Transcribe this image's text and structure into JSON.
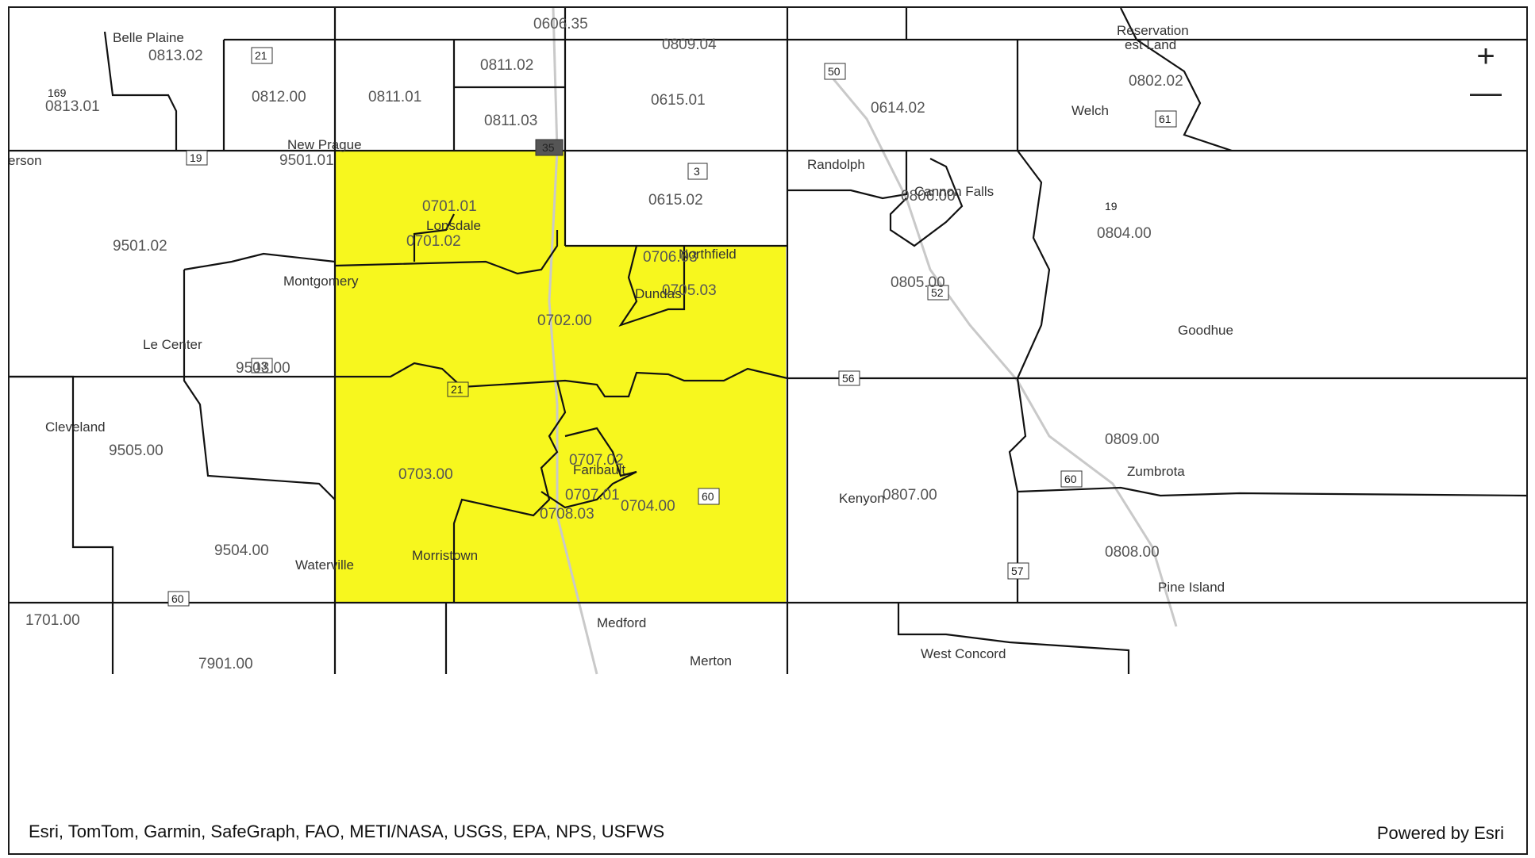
{
  "map": {
    "zoom_in_label": "+",
    "zoom_out_label": "—",
    "attribution": "Esri, TomTom, Garmin, SafeGraph, FAO, METI/NASA, USGS, EPA, NPS, USFWS",
    "powered_by": "Powered by Esri",
    "highlight_color": "#f7f71e",
    "boundary_color": "#111111",
    "tracts": [
      {
        "id": "t-081302",
        "label": "0813.02"
      },
      {
        "id": "t-081301",
        "label": "0813.01"
      },
      {
        "id": "t-081200",
        "label": "0812.00"
      },
      {
        "id": "t-081101",
        "label": "0811.01"
      },
      {
        "id": "t-081102",
        "label": "0811.02"
      },
      {
        "id": "t-081103",
        "label": "0811.03"
      },
      {
        "id": "t-060635",
        "label": "0606.35"
      },
      {
        "id": "t-080904",
        "label": "0809.04"
      },
      {
        "id": "t-061501",
        "label": "0615.01"
      },
      {
        "id": "t-061402",
        "label": "0614.02"
      },
      {
        "id": "t-080202",
        "label": "0802.02"
      },
      {
        "id": "t-950101",
        "label": "9501.01"
      },
      {
        "id": "t-950102",
        "label": "9501.02"
      },
      {
        "id": "t-070101",
        "label": "0701.01"
      },
      {
        "id": "t-070102",
        "label": "0701.02"
      },
      {
        "id": "t-061502",
        "label": "0615.02"
      },
      {
        "id": "t-080600",
        "label": "0806.00"
      },
      {
        "id": "t-080400",
        "label": "0804.00"
      },
      {
        "id": "t-070603",
        "label": "0706.03"
      },
      {
        "id": "t-070503",
        "label": "0705.03"
      },
      {
        "id": "t-070200",
        "label": "0702.00"
      },
      {
        "id": "t-080500",
        "label": "0805.00"
      },
      {
        "id": "t-950300",
        "label": "9503.00"
      },
      {
        "id": "t-950500",
        "label": "9505.00"
      },
      {
        "id": "t-070300",
        "label": "0703.00"
      },
      {
        "id": "t-070702",
        "label": "0707.02"
      },
      {
        "id": "t-070701",
        "label": "0707.01"
      },
      {
        "id": "t-070400",
        "label": "0704.00"
      },
      {
        "id": "t-070803",
        "label": "0708.03"
      },
      {
        "id": "t-080700",
        "label": "0807.00"
      },
      {
        "id": "t-080900",
        "label": "0809.00"
      },
      {
        "id": "t-080800",
        "label": "0808.00"
      },
      {
        "id": "t-950400",
        "label": "9504.00"
      },
      {
        "id": "t-170100",
        "label": "1701.00"
      },
      {
        "id": "t-790100",
        "label": "7901.00"
      }
    ],
    "places": [
      {
        "id": "p-belle-plaine",
        "label": "Belle Plaine"
      },
      {
        "id": "p-new-prague",
        "label": "New Prague"
      },
      {
        "id": "p-jordan-cut",
        "label": "erson"
      },
      {
        "id": "p-randolph",
        "label": "Randolph"
      },
      {
        "id": "p-cannon-falls",
        "label": "Cannon Falls"
      },
      {
        "id": "p-welch",
        "label": "Welch"
      },
      {
        "id": "p-lonsdale",
        "label": "Lonsdale"
      },
      {
        "id": "p-northfield",
        "label": "Northfield"
      },
      {
        "id": "p-dundas",
        "label": "Dundas"
      },
      {
        "id": "p-montgomery",
        "label": "Montgomery"
      },
      {
        "id": "p-le-center",
        "label": "Le Center"
      },
      {
        "id": "p-goodhue",
        "label": "Goodhue"
      },
      {
        "id": "p-cleveland",
        "label": "Cleveland"
      },
      {
        "id": "p-faribault",
        "label": "Faribault"
      },
      {
        "id": "p-kenyon",
        "label": "Kenyon"
      },
      {
        "id": "p-zumbrota",
        "label": "Zumbrota"
      },
      {
        "id": "p-morristown",
        "label": "Morristown"
      },
      {
        "id": "p-waterville",
        "label": "Waterville"
      },
      {
        "id": "p-pine-island",
        "label": "Pine Island"
      },
      {
        "id": "p-medford",
        "label": "Medford"
      },
      {
        "id": "p-merton",
        "label": "Merton"
      },
      {
        "id": "p-west-concord",
        "label": "West Concord"
      },
      {
        "id": "p-reservation",
        "label": "Reservation"
      },
      {
        "id": "p-west-land",
        "label": "est Land"
      }
    ],
    "routes": [
      "21",
      "169",
      "19",
      "50",
      "35",
      "3",
      "61",
      "19",
      "52",
      "13",
      "21",
      "56",
      "60",
      "60",
      "57",
      "60"
    ]
  }
}
